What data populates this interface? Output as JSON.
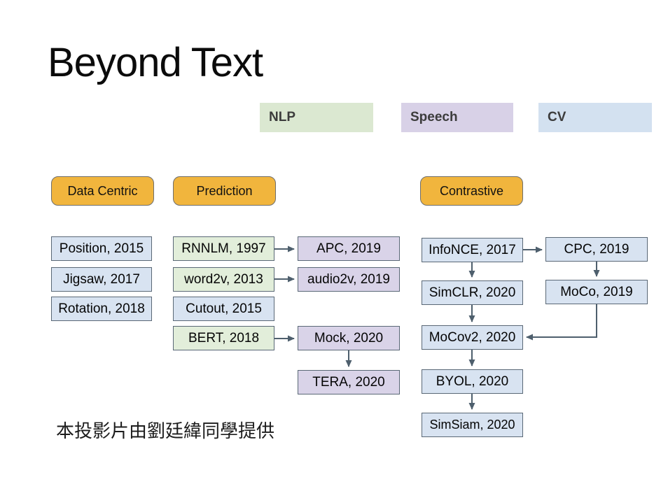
{
  "slide": {
    "title": "Beyond Text",
    "credit": "本投影片由劉廷緯同學提供"
  },
  "legend": {
    "items": [
      {
        "label": "NLP",
        "color": "#dbe8d1"
      },
      {
        "label": "Speech",
        "color": "#d8d1e7"
      },
      {
        "label": "CV",
        "color": "#d3e1f0"
      }
    ]
  },
  "categories": [
    {
      "label": "Data Centric"
    },
    {
      "label": "Prediction"
    },
    {
      "label": "Contrastive"
    }
  ],
  "colors": {
    "category_fill": "#f1b53d",
    "category_border": "#6e6e6e",
    "node_border": "#5a6876",
    "node_blue": "#d8e3f1",
    "node_green": "#e2eeda",
    "node_purple": "#d9d3e8",
    "arrow": "#4e5f6d"
  },
  "nodes": {
    "position2015": {
      "label": "Position, 2015",
      "domain": "CV"
    },
    "jigsaw2017": {
      "label": "Jigsaw, 2017",
      "domain": "CV"
    },
    "rotation2018": {
      "label": "Rotation, 2018",
      "domain": "CV"
    },
    "rnnlm1997": {
      "label": "RNNLM, 1997",
      "domain": "NLP"
    },
    "word2v2013": {
      "label": "word2v, 2013",
      "domain": "NLP"
    },
    "cutout2015": {
      "label": "Cutout, 2015",
      "domain": "CV"
    },
    "bert2018": {
      "label": "BERT, 2018",
      "domain": "NLP"
    },
    "apc2019": {
      "label": "APC, 2019",
      "domain": "Speech"
    },
    "audio2v2019": {
      "label": "audio2v, 2019",
      "domain": "Speech"
    },
    "mock2020": {
      "label": "Mock, 2020",
      "domain": "Speech"
    },
    "tera2020": {
      "label": "TERA, 2020",
      "domain": "Speech"
    },
    "infonce2017": {
      "label": "InfoNCE, 2017",
      "domain": "CV"
    },
    "simclr2020": {
      "label": "SimCLR, 2020",
      "domain": "CV"
    },
    "mocov22020": {
      "label": "MoCov2, 2020",
      "domain": "CV"
    },
    "byol2020": {
      "label": "BYOL, 2020",
      "domain": "CV"
    },
    "simsiam2020": {
      "label": "SimSiam, 2020",
      "domain": "CV"
    },
    "cpc2019": {
      "label": "CPC, 2019",
      "domain": "CV"
    },
    "moco2019": {
      "label": "MoCo, 2019",
      "domain": "CV"
    }
  },
  "arrows": [
    {
      "from": "RNNLM, 1997",
      "to": "APC, 2019"
    },
    {
      "from": "word2v, 2013",
      "to": "audio2v, 2019"
    },
    {
      "from": "BERT, 2018",
      "to": "Mock, 2020"
    },
    {
      "from": "Mock, 2020",
      "to": "TERA, 2020"
    },
    {
      "from": "InfoNCE, 2017",
      "to": "CPC, 2019"
    },
    {
      "from": "InfoNCE, 2017",
      "to": "SimCLR, 2020"
    },
    {
      "from": "SimCLR, 2020",
      "to": "MoCov2, 2020"
    },
    {
      "from": "MoCov2, 2020",
      "to": "BYOL, 2020"
    },
    {
      "from": "BYOL, 2020",
      "to": "SimSiam, 2020"
    },
    {
      "from": "CPC, 2019",
      "to": "MoCo, 2019"
    },
    {
      "from": "MoCo, 2019",
      "to": "MoCov2, 2020"
    }
  ]
}
